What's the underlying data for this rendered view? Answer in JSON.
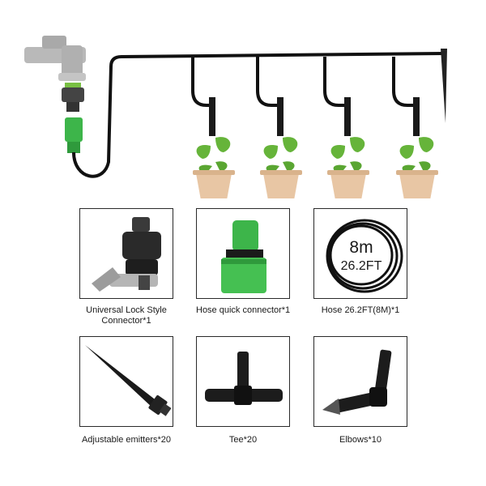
{
  "hose_length_m": "8m",
  "hose_length_ft": "26.2FT",
  "items": [
    {
      "caption_1": "Universal Lock Style",
      "caption_2": "Connector*1"
    },
    {
      "caption_1": "Hose quick connector*1"
    },
    {
      "caption_1": "Hose 26.2FT(8M)*1"
    },
    {
      "caption_1": "Adjustable emitters*20"
    },
    {
      "caption_1": "Tee*20"
    },
    {
      "caption_1": "Elbows*10"
    }
  ],
  "colors": {
    "hose": "#111111",
    "connector_green": "#3db54a",
    "faucet_gray": "#b9b9b9",
    "pot": "#e8c6a4",
    "leaf": "#66b43a"
  }
}
